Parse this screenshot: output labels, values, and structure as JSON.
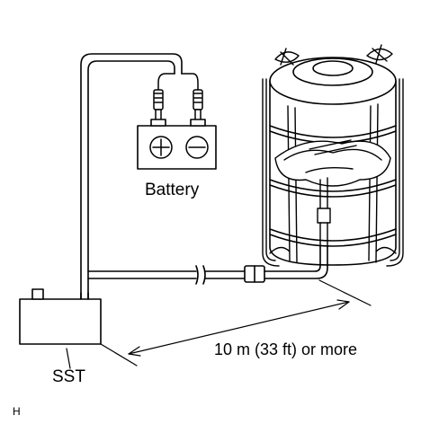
{
  "labels": {
    "battery": "Battery",
    "sst": "SST",
    "distance": "10 m (33 ft) or more",
    "corner_mark": "H"
  },
  "icons": {
    "battery_positive": "plus-terminal-icon",
    "battery_negative": "minus-terminal-icon"
  },
  "colors": {
    "line": "#000000",
    "background": "#ffffff"
  }
}
